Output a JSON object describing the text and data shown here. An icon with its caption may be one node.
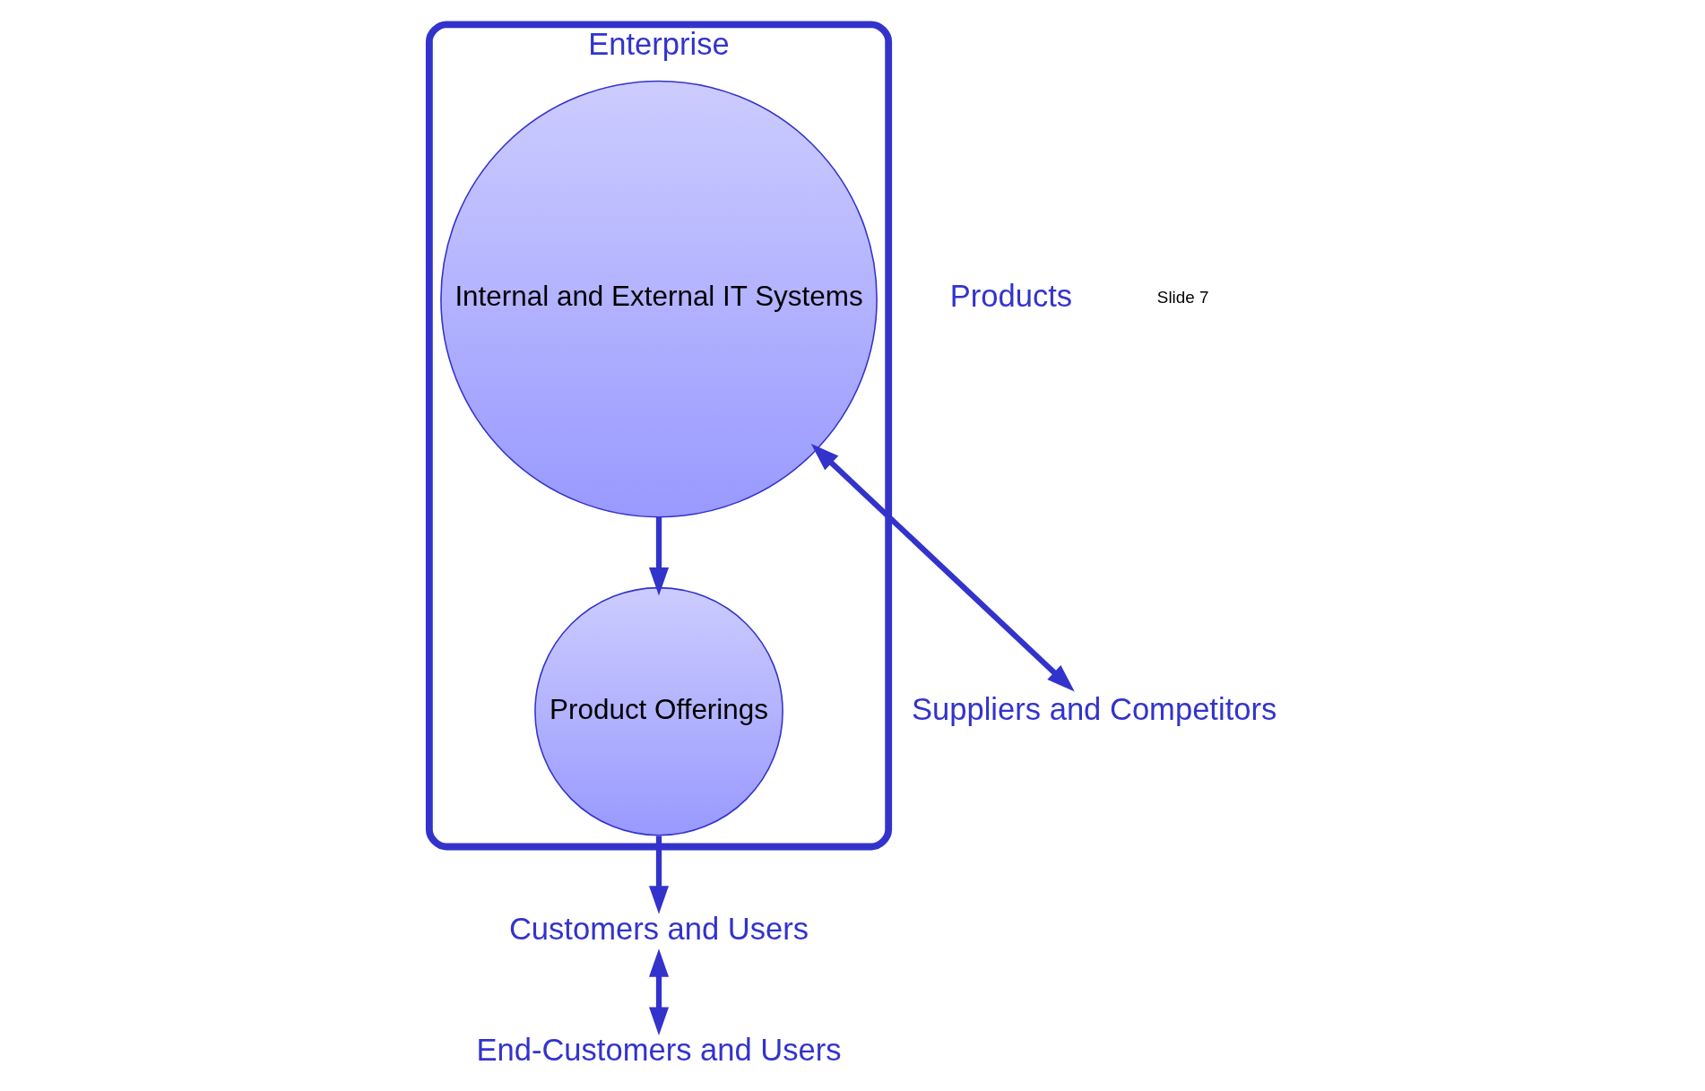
{
  "diagram": {
    "nodes": [
      {
        "text": [
          "Customers and Users"
        ]
      },
      {
        "text": [
          "End-Customers and Users"
        ]
      },
      {
        "text": [
          "Enterprise"
        ]
      },
      {
        "text": [
          "Product Offerings"
        ],
        "in": 2
      },
      {
        "text": [
          "Internal and External IT Systems"
        ],
        "in": 2
      },
      {
        "text": [
          "Suppliers and Competitors"
        ]
      }
    ],
    "edges": [
      {
        "from": 0,
        "to": 1,
        "arrow": "both"
      },
      {
        "from": 3,
        "to": 0,
        "arrow": "to"
      },
      {
        "from": 4,
        "to": 3,
        "arrow": "to"
      },
      {
        "from": 4,
        "to": 5,
        "arrow": "both"
      }
    ],
    "labels": [
      "Products",
      "Slide 7"
    ]
  }
}
